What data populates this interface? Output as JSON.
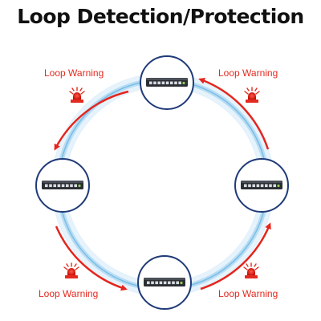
{
  "title": "Loop Detection/Protection",
  "warnings": [
    {
      "label": "Loop Warning",
      "position": "top-left"
    },
    {
      "label": "Loop Warning",
      "position": "top-right"
    },
    {
      "label": "Loop Warning",
      "position": "bottom-left"
    },
    {
      "label": "Loop Warning",
      "position": "bottom-right"
    }
  ],
  "nodes": [
    {
      "name": "network-switch",
      "position": "top"
    },
    {
      "name": "network-switch",
      "position": "left"
    },
    {
      "name": "network-switch",
      "position": "right"
    },
    {
      "name": "network-switch",
      "position": "bottom"
    }
  ],
  "icons": {
    "warning": "alarm-siren-icon",
    "node": "network-switch-icon"
  },
  "colors": {
    "warning_red": "#e32a1f",
    "arrow_red": "#e4261d",
    "ring_blue": "#9ccfef",
    "ring_glow": "#d9eefb",
    "node_border": "#1f3a78",
    "switch_body": "#2b2e33",
    "title": "#111111"
  }
}
